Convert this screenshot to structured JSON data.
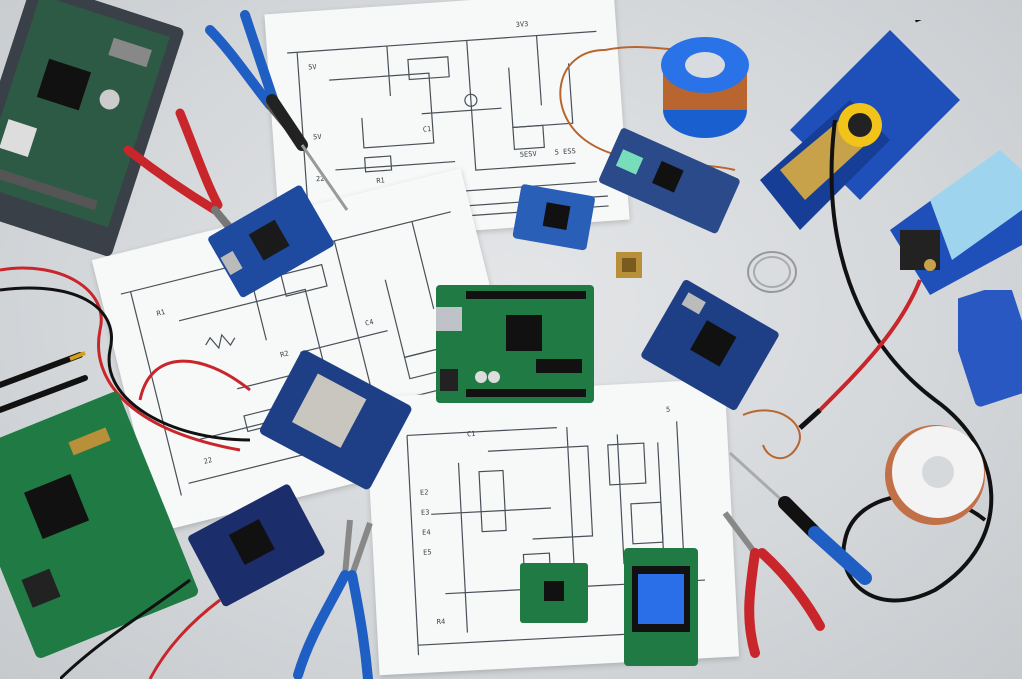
{
  "scene": {
    "description_free": true,
    "colors": {
      "desk": "#d6d9dc",
      "paper": "#f7f8f8",
      "pcb_green": "#1f7a43",
      "pcb_blue": "#1e3f86",
      "tool_blue": "#1f5fc4",
      "tool_red": "#c8262a",
      "copper": "#b8652f"
    }
  },
  "schematic_top": {
    "labels": [
      "5V",
      "3V3",
      "5V",
      "C1",
      "R1",
      "22",
      "5ESV",
      "5 ESS"
    ]
  },
  "schematic_mid": {
    "labels": [
      "R1",
      "R2",
      "22",
      "C4"
    ]
  },
  "schematic_bottom": {
    "labels": [
      "E2",
      "E3",
      "E4",
      "E5",
      "5",
      "C1",
      "R4"
    ]
  },
  "icons": {
    "arduino": "arduino-board",
    "soldering_station": "soldering-iron-stand",
    "solder_wire": "solder-spool",
    "pliers": "pliers",
    "screwdriver": "screwdriver"
  }
}
